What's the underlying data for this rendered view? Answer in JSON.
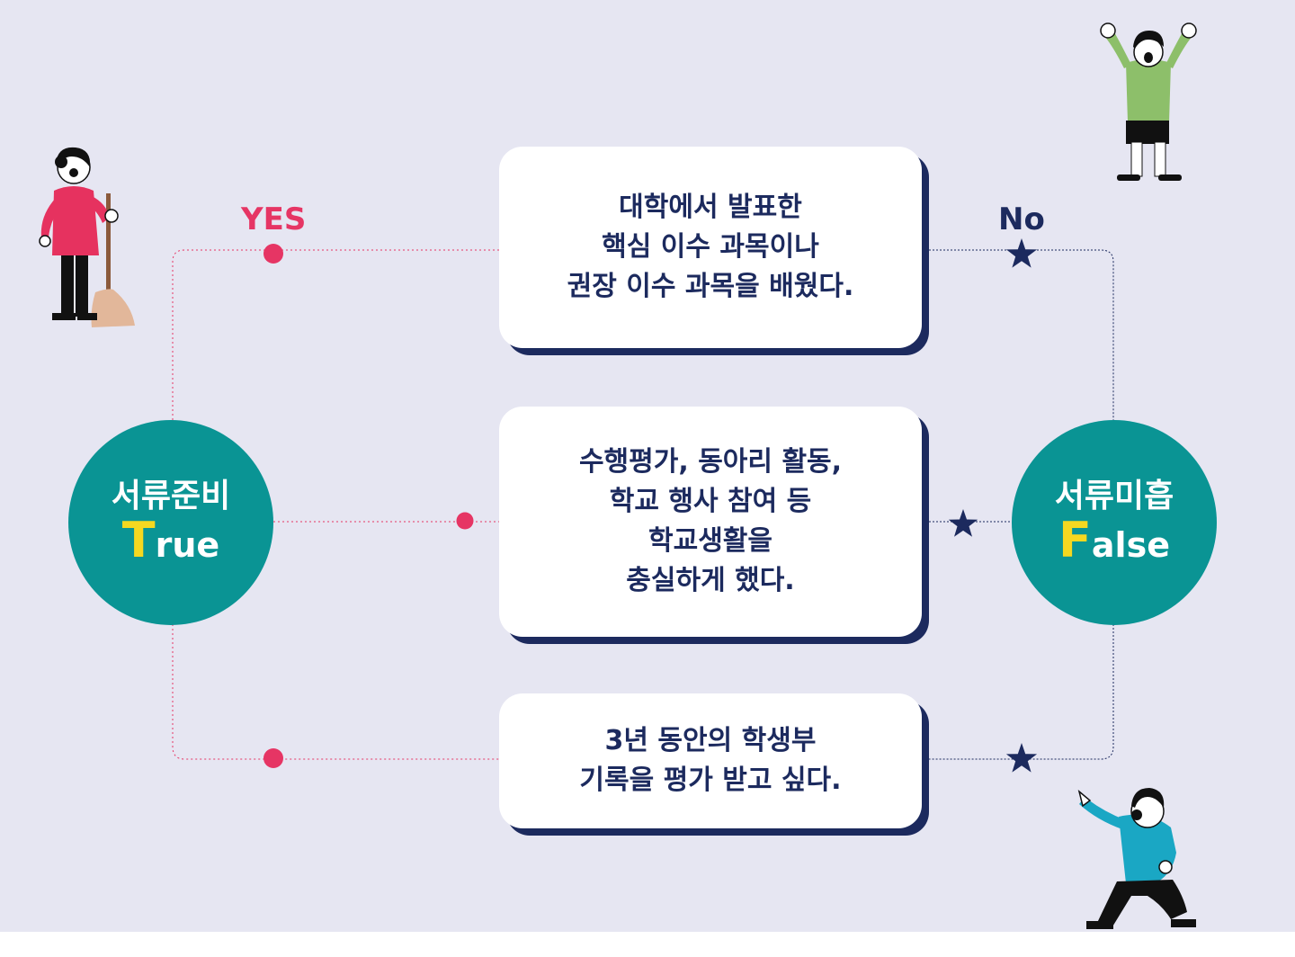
{
  "labels": {
    "yes": "YES",
    "no": "No"
  },
  "cards": [
    {
      "lines": [
        "대학에서 발표한",
        "핵심 이수 과목이나",
        "권장 이수 과목을 배웠다."
      ]
    },
    {
      "lines": [
        "수행평가, 동아리 활동,",
        "학교 행사 참여 등",
        "학교생활을",
        "충실하게 했다."
      ]
    },
    {
      "lines": [
        "3년 동안의 학생부",
        "기록을 평가 받고 싶다."
      ]
    }
  ],
  "outcomes": {
    "true": {
      "title": "서류준비",
      "initial": "T",
      "rest": "rue"
    },
    "false": {
      "title": "서류미흡",
      "initial": "F",
      "rest": "alse"
    }
  },
  "colors": {
    "background": "#e6e6f2",
    "teal": "#0a9494",
    "navy": "#1c2a5e",
    "pink": "#e63564",
    "yellow": "#f5d820"
  },
  "icons": [
    "dot-marker-icon",
    "star-marker-icon"
  ]
}
